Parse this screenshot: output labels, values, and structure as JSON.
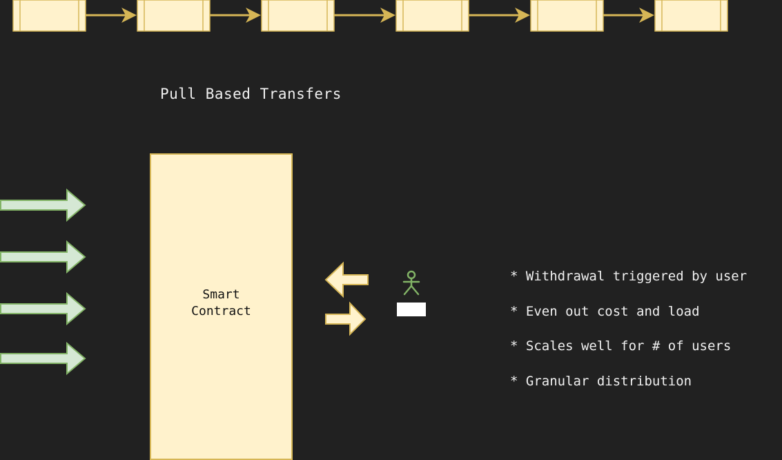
{
  "diagram": {
    "title": "Pull Based Transfers",
    "chain_blocks": [
      "",
      "",
      "",
      "",
      "",
      ""
    ],
    "smart_contract_label": "Smart\nContract",
    "bullets": [
      "* Withdrawal triggered by user",
      "* Even out cost and load",
      "* Scales well for # of users",
      "* Granular distribution"
    ],
    "colors": {
      "background": "#212121",
      "block_fill": "#fff2cc",
      "block_stroke": "#d6b656",
      "incoming_arrow_fill": "#d5e8d4",
      "incoming_arrow_stroke": "#82b366",
      "user_icon": "#82b366"
    },
    "icons": {
      "user": "stick-figure-icon"
    }
  }
}
